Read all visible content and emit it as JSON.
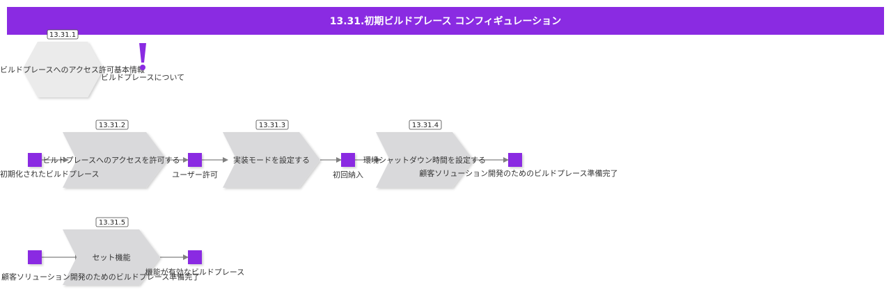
{
  "header": {
    "title": "13.31.初期ビルドプレース コンフィギュレーション"
  },
  "colors": {
    "accent": "#8a2be2",
    "shape_fill": "#d9d9db",
    "connector": "#808080"
  },
  "section1": {
    "badge": "13.31.1",
    "hexagon_label": "ビルドプレースへのアクセス許可基本情報",
    "note_icon": "exclamation-icon",
    "note_label": "ビルドプレースについて"
  },
  "section2": {
    "event_start_label": "初期化されたビルドプレース",
    "steps": [
      {
        "badge": "13.31.2",
        "label": "ビルドプレースへのアクセスを許可する"
      },
      {
        "badge": "13.31.3",
        "label": "実装モードを設定する"
      },
      {
        "badge": "13.31.4",
        "label": "環境シャットダウン時間を設定する"
      }
    ],
    "events": [
      "ユーザー許可",
      "初回納入",
      "顧客ソリューション開発のためのビルドプレース準備完了"
    ]
  },
  "section3": {
    "event_start_label": "顧客ソリューション開発のためのビルドプレース準備完了",
    "step": {
      "badge": "13.31.5",
      "label": "セット機能"
    },
    "event_end_label": "機能が有効なビルドプレース"
  }
}
